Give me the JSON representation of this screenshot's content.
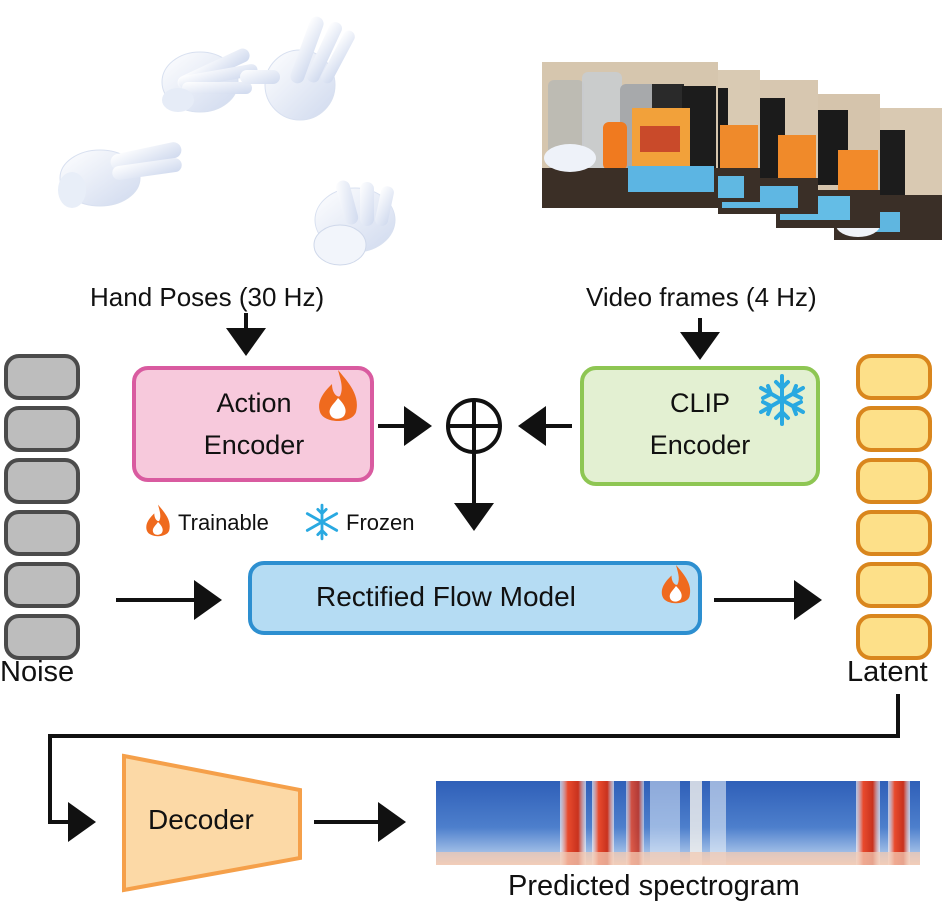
{
  "inputs": {
    "hand_poses_label": "Hand Poses (30 Hz)",
    "video_frames_label": "Video frames (4 Hz)"
  },
  "action_encoder": {
    "line1": "Action",
    "line2": "Encoder",
    "icon": "flame-icon",
    "color": "#d95ba0",
    "fill": "#f7c9dc"
  },
  "clip_encoder": {
    "line1": "CLIP",
    "line2": "Encoder",
    "icon": "snowflake-icon",
    "color": "#8ec653",
    "fill": "#e3f0d2"
  },
  "legend": {
    "trainable": "Trainable",
    "frozen": "Frozen"
  },
  "flow_model": {
    "label": "Rectified Flow Model",
    "icon": "flame-icon",
    "color": "#2d8fd0",
    "fill": "#b5dcf3"
  },
  "noise": {
    "label": "Noise",
    "color": "#4b4b4b",
    "fill": "#bdbdbd"
  },
  "latent": {
    "label": "Latent",
    "color": "#d9861d",
    "fill": "#fde089"
  },
  "decoder": {
    "label": "Decoder",
    "color": "#f5a04a",
    "fill": "#fcd9a6"
  },
  "output": {
    "label": "Predicted spectrogram"
  }
}
